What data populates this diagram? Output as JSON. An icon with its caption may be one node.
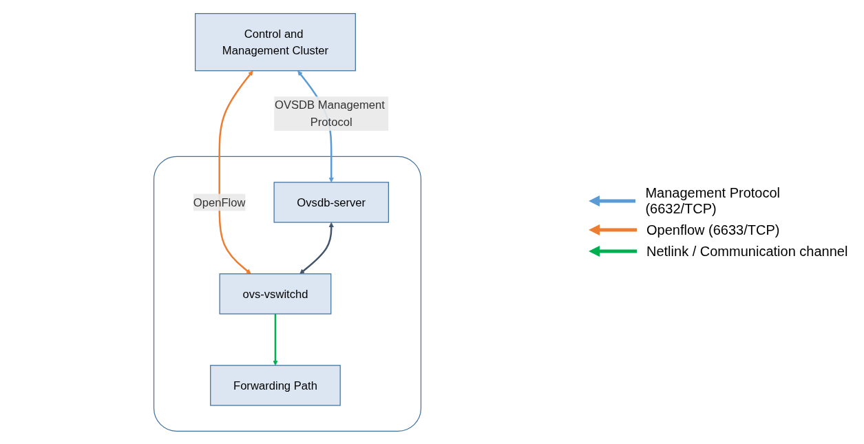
{
  "diagram": {
    "nodes": [
      {
        "text": [
          "Control and Management Cluster"
        ]
      },
      {
        "text": [],
        "shape": "box"
      },
      {
        "text": [
          "Ovsdb-server"
        ],
        "in": 1
      },
      {
        "text": [
          "ovs-vswitchd"
        ],
        "in": 1
      },
      {
        "text": [
          "Forwarding Path"
        ],
        "in": 1
      }
    ],
    "edges": [
      {
        "from": 0,
        "to": 2,
        "arrow": "both",
        "label": "OVSDB Management Protocol",
        "color": "#5b9bd5"
      },
      {
        "from": 0,
        "to": 3,
        "arrow": "both",
        "label": "OpenFlow",
        "color": "#ed7d31"
      },
      {
        "from": 2,
        "to": 3,
        "arrow": "both",
        "color": "#44546a"
      },
      {
        "from": 3,
        "to": 4,
        "arrow": "to",
        "color": "#00b050"
      }
    ],
    "legend": [
      {
        "text": "Management Protocol (6632/TCP)",
        "color": "#5b9bd5"
      },
      {
        "text": "Openflow (6633/TCP)",
        "color": "#ed7d31"
      },
      {
        "text": "Netlink / Communication channel",
        "color": "#00b050"
      }
    ]
  }
}
